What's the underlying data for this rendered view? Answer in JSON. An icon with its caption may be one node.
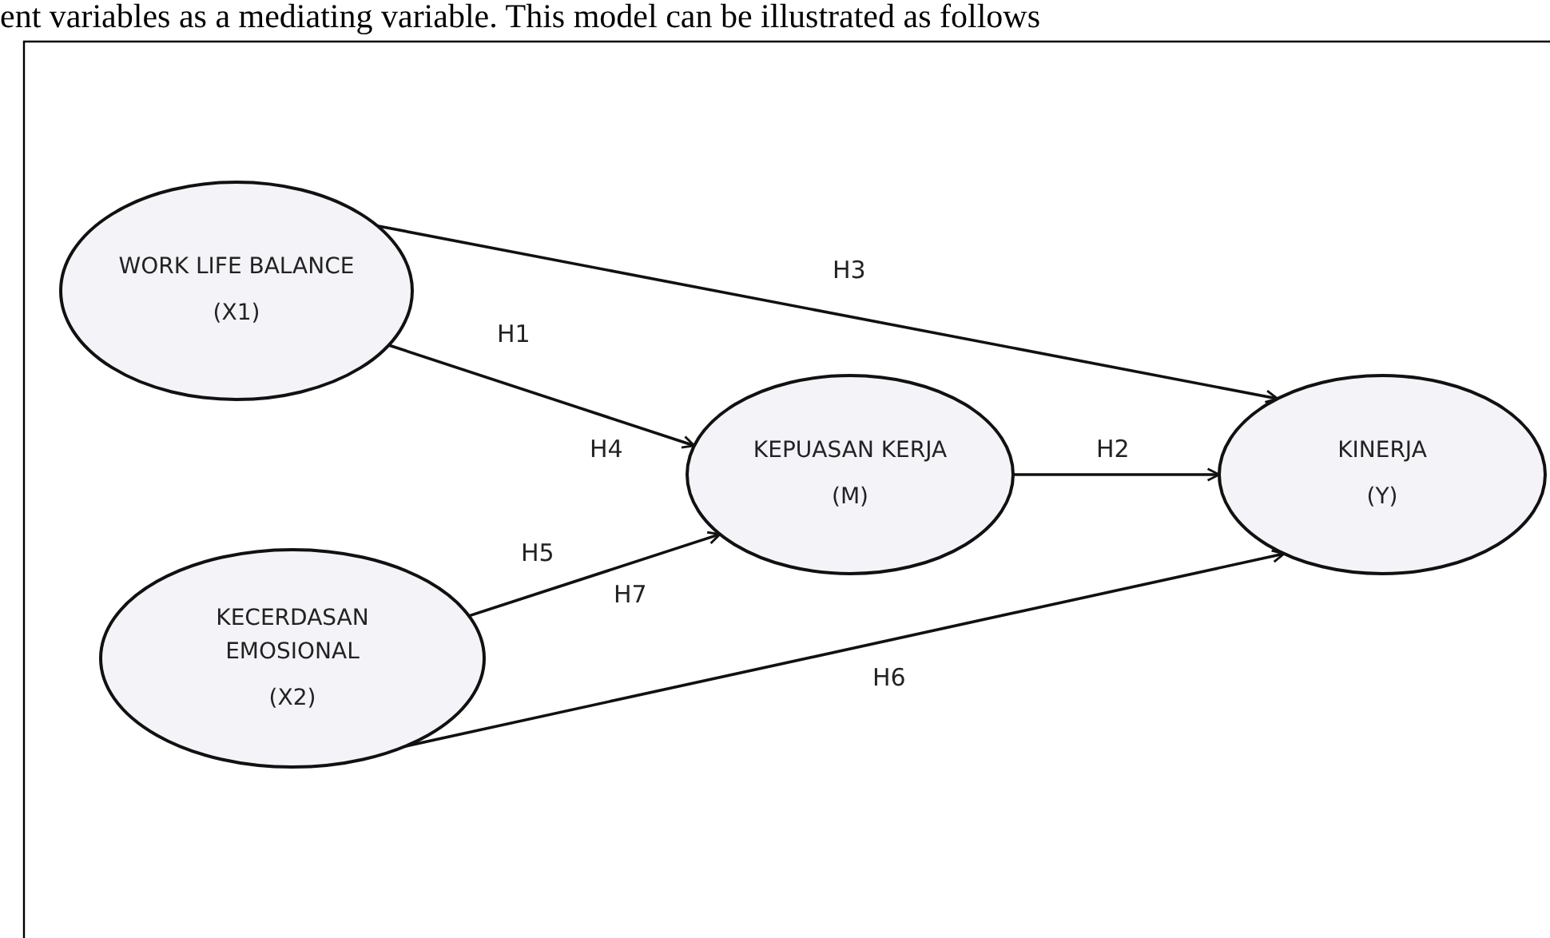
{
  "diagram": {
    "nodes": [
      {
        "text": [
          "WORK LIFE BALANCE",
          "(X1)"
        ]
      },
      {
        "text": [
          "KECERDASAN EMOSIONAL",
          "(X2)"
        ]
      },
      {
        "text": [
          "KEPUASAN KERJA",
          "(M)"
        ]
      },
      {
        "text": [
          "KINERJA",
          "(Y)"
        ]
      }
    ],
    "edges": [
      {
        "from": 0,
        "to": 3,
        "arrow": "to",
        "label": "H3"
      },
      {
        "from": 0,
        "to": 2,
        "arrow": "to",
        "label": "H1"
      },
      {
        "from": 1,
        "to": 2,
        "arrow": "to",
        "label": "H5"
      },
      {
        "from": 2,
        "to": 3,
        "arrow": "to",
        "label": "H2"
      },
      {
        "from": 1,
        "to": 3,
        "arrow": "to",
        "label": "H6"
      }
    ],
    "labels": [
      "ent variables as a mediating variable. This model can be illustrated as follows",
      "H4",
      "H7"
    ]
  }
}
